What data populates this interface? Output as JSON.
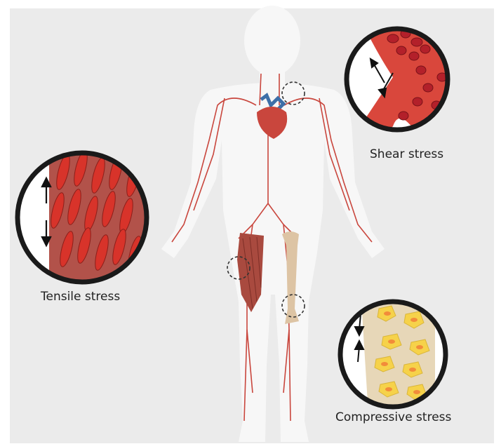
{
  "labels": {
    "shear": "Shear stress",
    "tensile": "Tensile stress",
    "compressive": "Compressive stress"
  },
  "colors": {
    "background": "#ebebeb",
    "body_silhouette": "#f5f5f5",
    "artery": "#c9463d",
    "vein": "#3d6fa8",
    "muscle": "#a94a3f",
    "bone": "#ddc4a4",
    "red_blood_cell": "#b3202a",
    "fat_cell_yellow": "#f6d24a",
    "fat_cell_orange": "#f28c3a",
    "circle_outline": "#1a1a1a"
  },
  "icons": [
    "heart-icon",
    "muscle-fibers-icon",
    "blood-vessel-icon",
    "bone-cells-icon",
    "double-arrow-icon"
  ]
}
